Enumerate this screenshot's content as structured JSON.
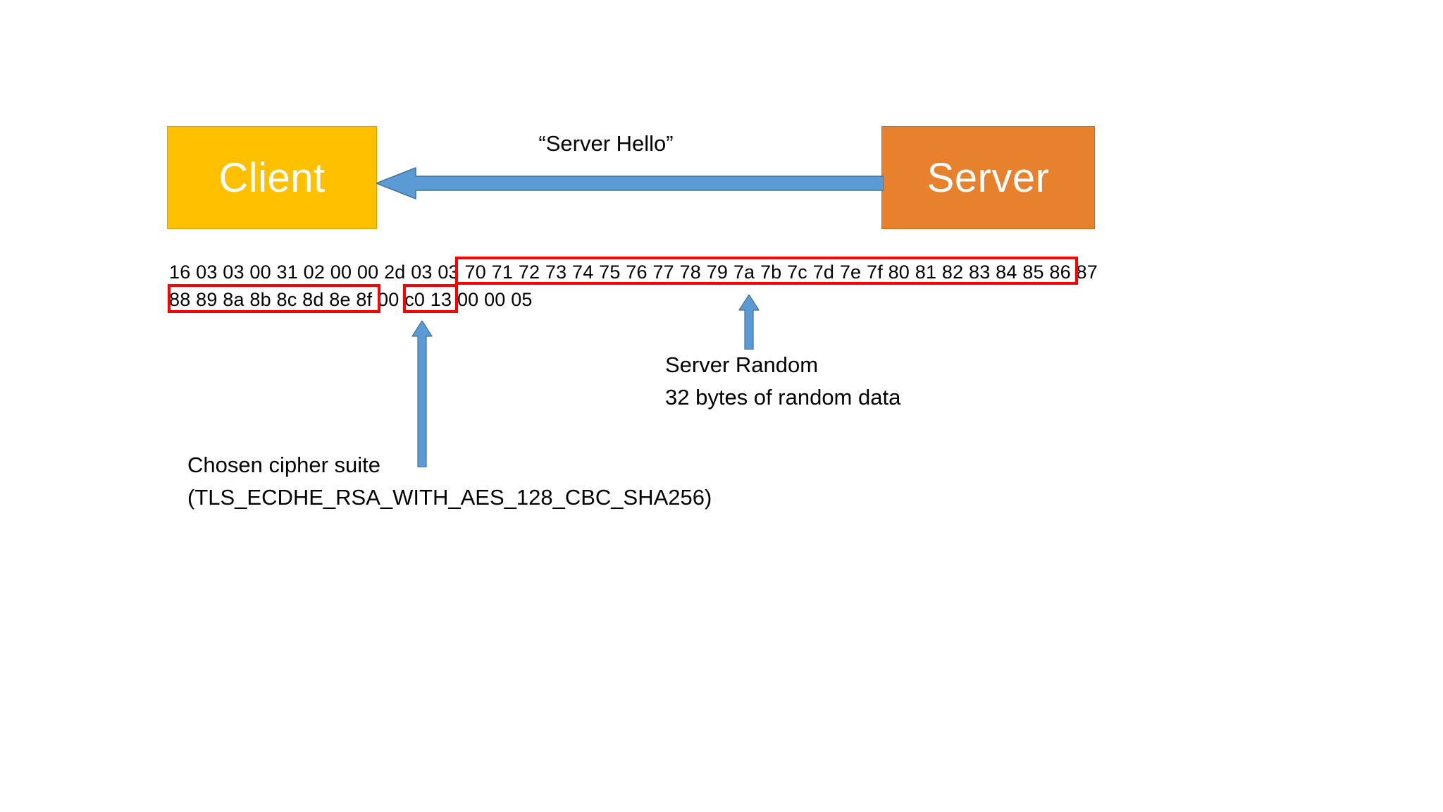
{
  "diagram": {
    "title_implied": "TLS Server Hello packet breakdown",
    "colors": {
      "client_fill": "#FFC000",
      "client_border": "#D9A300",
      "server_fill": "#E8812E",
      "server_border": "#C96A20",
      "arrow_blue": "#5B9BD5",
      "arrow_blue_dark": "#41719C",
      "highlight_red": "#FF0000",
      "background": "#FFFFFF",
      "text": "#000000",
      "node_label": "#FFFFFF"
    }
  },
  "nodes": {
    "client": {
      "label": "Client"
    },
    "server": {
      "label": "Server"
    }
  },
  "message": {
    "label": "“Server Hello”",
    "direction": "server-to-client"
  },
  "hex_dump": {
    "line1": {
      "prefix": "16 03 03 00 31 02 00 00 2d 03 03",
      "highlighted": "70 71 72 73 74 75 76 77 78 79 7a 7b 7c 7d 7e 7f 80 81 82 83 84 85 86 87"
    },
    "line2": {
      "highlighted_random": "88 89 8a 8b 8c 8d 8e 8f",
      "middle": "00",
      "highlighted_cipher": "c0 13",
      "suffix": "00 00 05"
    },
    "full_text": "16 03 03 00 31 02 00 00 2d 03 03 70 71 72 73 74 75 76 77 78 79 7a 7b 7c 7d 7e 7f 80 81 82 83 84 85 86 87 88 89 8a 8b 8c 8d 8e 8f 00 c0 13 00 00 05"
  },
  "annotations": {
    "server_random": {
      "line1": "Server Random",
      "line2": "32 bytes of random data"
    },
    "cipher_suite": {
      "line1": "Chosen cipher suite",
      "line2": "(TLS_ECDHE_RSA_WITH_AES_128_CBC_SHA256)"
    }
  }
}
